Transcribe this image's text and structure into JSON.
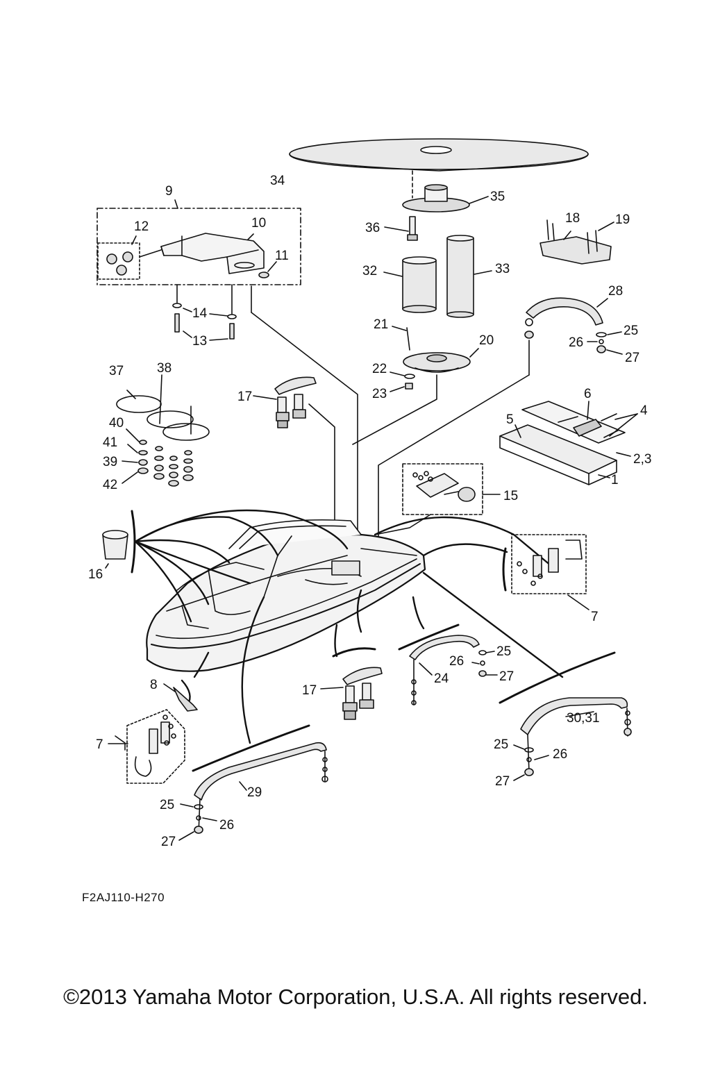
{
  "diagram": {
    "drawing_code": "F2AJ110-H270",
    "copyright": "©2013 Yamaha Motor Corporation, U.S.A. All rights reserved.",
    "callouts": {
      "c1": "1",
      "c2_3": "2,3",
      "c4": "4",
      "c5": "5",
      "c6": "6",
      "c7a": "7",
      "c7b": "7",
      "c8": "8",
      "c9": "9",
      "c10": "10",
      "c11": "11",
      "c12": "12",
      "c13": "13",
      "c14": "14",
      "c15": "15",
      "c16": "16",
      "c17a": "17",
      "c17b": "17",
      "c18": "18",
      "c19": "19",
      "c20": "20",
      "c21": "21",
      "c22": "22",
      "c23": "23",
      "c24": "24",
      "c25a": "25",
      "c25b": "25",
      "c25c": "25",
      "c25d": "25",
      "c26a": "26",
      "c26b": "26",
      "c26c": "26",
      "c26d": "26",
      "c27a": "27",
      "c27b": "27",
      "c27c": "27",
      "c27d": "27",
      "c28": "28",
      "c29": "29",
      "c30_31": "30,31",
      "c32": "32",
      "c33": "33",
      "c34": "34",
      "c35": "35",
      "c36": "36",
      "c37": "37",
      "c38": "38",
      "c39": "39",
      "c40": "40",
      "c41": "41",
      "c42": "42"
    }
  }
}
